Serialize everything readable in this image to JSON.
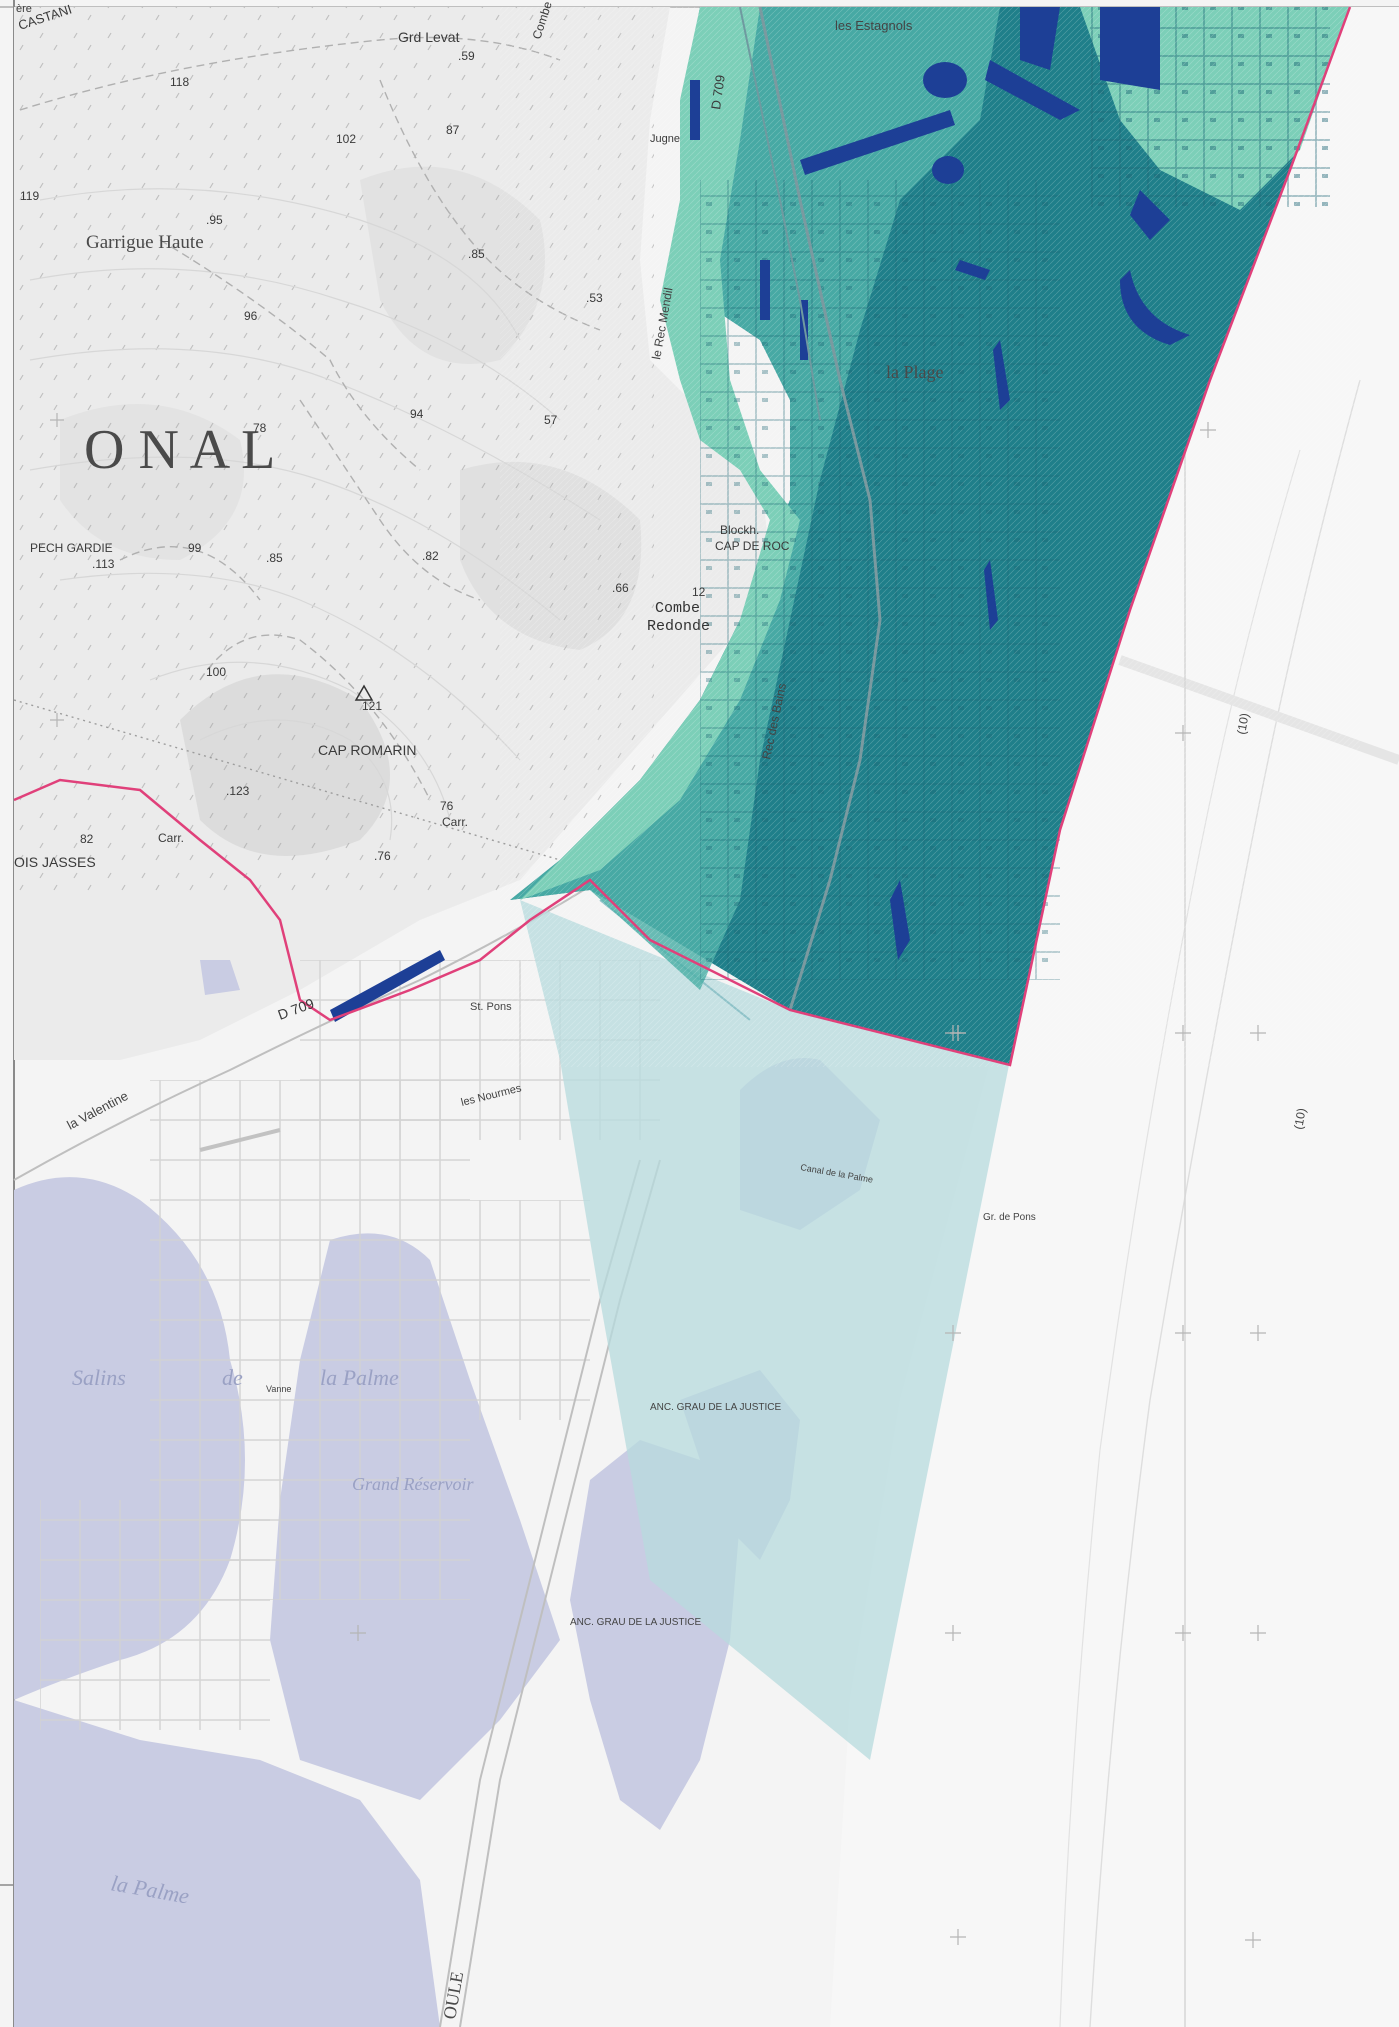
{
  "map": {
    "colors": {
      "paper": "#f2f2f2",
      "land": "#e6e6e6",
      "relief_shade": "#d3d3d3",
      "lagoon": "#c9cce3",
      "sea": "#f6f6f6",
      "zone_dark": "#1f7f8a",
      "zone_mid": "#4fb0a8",
      "zone_light": "#7ccfb8",
      "zone_faint": "#b7dbde",
      "deep_water": "#1d3f96",
      "boundary": "#e0407a"
    },
    "icons": [
      "triangulation-point-icon",
      "grid-cross-icon"
    ],
    "labels": {
      "castan": "CASTANI",
      "gr_levat": "Grd Levat",
      "combe_top": "Combe",
      "estagnols": "les Estagnols",
      "garrigue": "Garrigue Haute",
      "onal": "O N A L",
      "pech_gardie": "PECH GARDIE",
      "cap_de_roc": "CAP DE ROC",
      "blockh": "Blockh.",
      "combe_redonde_1": "Combe",
      "combe_redonde_2": "Redonde",
      "cap_romarin": "CAP ROMARIN",
      "bois_jasses": "OIS JASSES",
      "carr1": "Carr.",
      "carr2": "Carr.",
      "la_plage": "la Plage",
      "rec_mendil": "le Rec Mendil",
      "rec_bains": "Rec des Bains",
      "jugne": "Jugne",
      "la_valentine": "la Valentine",
      "les_nourmes": "les Nourmes",
      "st_pons": "St. Pons",
      "d709": "D 709",
      "d709b": "D 709",
      "salins": "Salins",
      "de": "de",
      "la_palme_salins": "la Palme",
      "grand_reservoir": "Grand  Réservoir",
      "la_palme_lagoon": "la   Palme",
      "grau_justice": "ANC. GRAU DE LA JUSTICE",
      "grau_justice2": "ANC. GRAU DE LA JUSTICE",
      "vanne": "Vanne",
      "gr_pons": "Gr. de Pons",
      "oule": "OULE",
      "cote10a": "(10)",
      "cote10b": "(10)",
      "bre": "ère",
      "ch_canal": "Canal de la Palme"
    },
    "elevations": {
      "e118": "118",
      "e59": ".59",
      "e87": "87",
      "e102": "102",
      "e119": "119",
      "e95": ".95",
      "e85": ".85",
      "e53": ".53",
      "e96": "96",
      "e78": "78",
      "e94": "94",
      "e57": "57",
      "e113": ".113",
      "e99": "99",
      "e85b": ".85",
      "e82": ".82",
      "e66": ".66",
      "e12": "12",
      "e100": "100",
      "e121": "121",
      "e123": ".123",
      "e76": "76",
      "e76b": ".76",
      "e82b": "82"
    }
  }
}
